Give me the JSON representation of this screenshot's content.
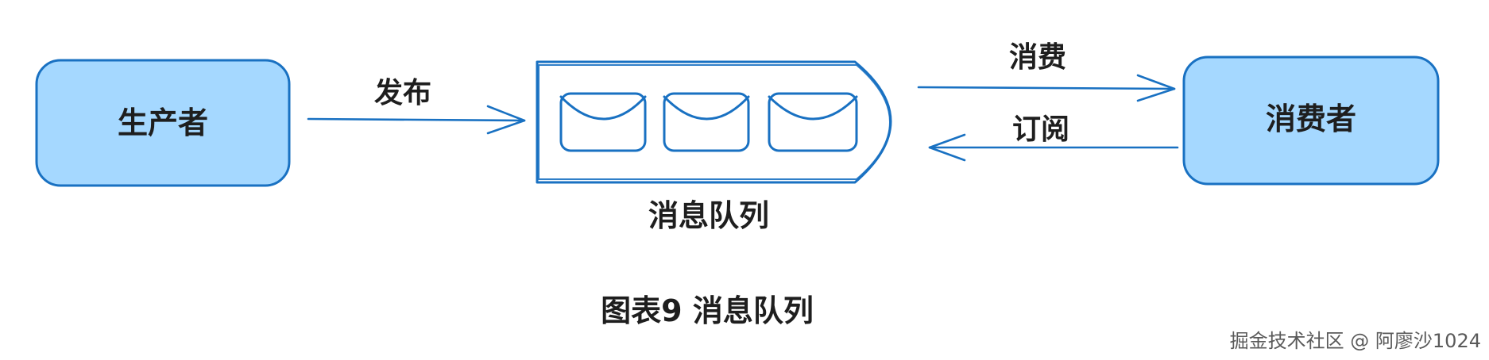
{
  "nodes": {
    "producer": "生产者",
    "consumer": "消费者",
    "queue": "消息队列"
  },
  "edges": {
    "publish": "发布",
    "consume": "消费",
    "subscribe": "订阅"
  },
  "caption": "图表9 消息队列",
  "watermark": "掘金技术社区 @ 阿廖沙1024",
  "colors": {
    "stroke": "#1971c2",
    "fill": "#a5d8ff"
  },
  "icons": [
    "envelope-icon",
    "envelope-icon",
    "envelope-icon"
  ]
}
